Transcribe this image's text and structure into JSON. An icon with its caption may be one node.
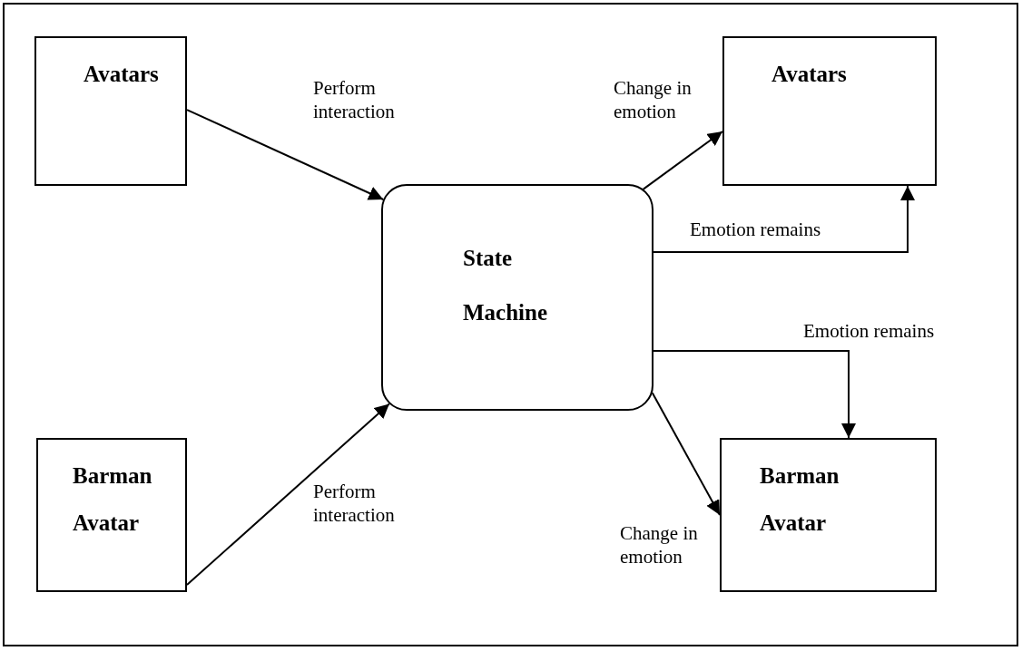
{
  "diagram": {
    "nodes": [
      {
        "text": [
          "Avatars"
        ]
      },
      {
        "text": [
          "State Machine"
        ]
      },
      {
        "text": [
          "Avatars"
        ]
      },
      {
        "text": [
          "Barman Avatar"
        ]
      },
      {
        "text": [
          "Barman Avatar"
        ]
      }
    ],
    "edges": [
      {
        "from": 0,
        "to": 1,
        "arrow": "to",
        "label": "Perform interaction"
      },
      {
        "from": 1,
        "to": 2,
        "arrow": "to",
        "label": "Change in emotion"
      },
      {
        "from": 1,
        "to": 2,
        "arrow": "to",
        "label": "Emotion remains"
      },
      {
        "from": 1,
        "to": 4,
        "arrow": "to",
        "label": "Emotion remains"
      },
      {
        "from": 3,
        "to": 1,
        "arrow": "to",
        "label": "Perform interaction"
      },
      {
        "from": 1,
        "to": 4,
        "arrow": "to",
        "label": "Change in emotion"
      }
    ]
  }
}
